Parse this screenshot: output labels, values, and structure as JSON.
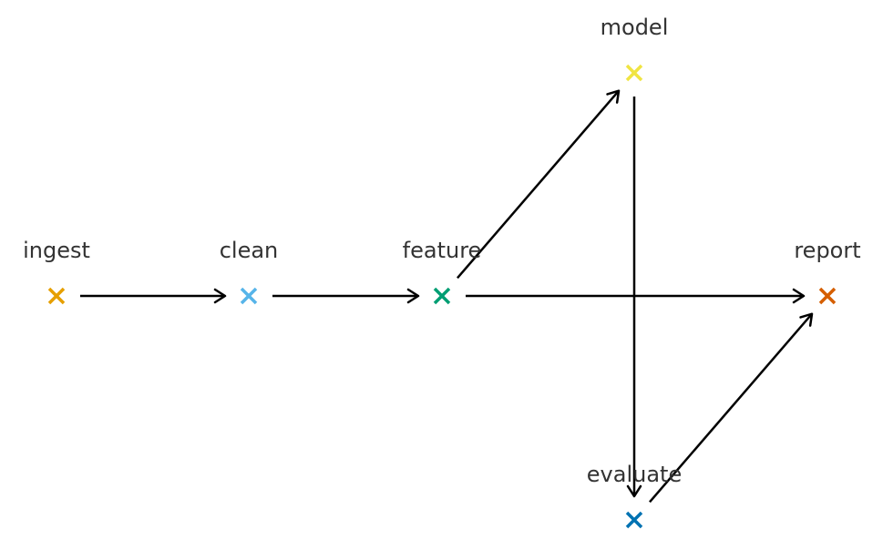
{
  "nodes": [
    {
      "id": "ingest",
      "label": "ingest",
      "color": "#E69F00",
      "marker": "x-icon"
    },
    {
      "id": "clean",
      "label": "clean",
      "color": "#56B4E9",
      "marker": "x-icon"
    },
    {
      "id": "feature",
      "label": "feature",
      "color": "#009E73",
      "marker": "x-icon"
    },
    {
      "id": "model",
      "label": "model",
      "color": "#F0E442",
      "marker": "x-icon"
    },
    {
      "id": "evaluate",
      "label": "evaluate",
      "color": "#0072B2",
      "marker": "x-icon"
    },
    {
      "id": "report",
      "label": "report",
      "color": "#D55E00",
      "marker": "x-icon"
    }
  ],
  "edges": [
    {
      "from": "ingest",
      "to": "clean"
    },
    {
      "from": "clean",
      "to": "feature"
    },
    {
      "from": "feature",
      "to": "model"
    },
    {
      "from": "feature",
      "to": "report"
    },
    {
      "from": "model",
      "to": "evaluate"
    },
    {
      "from": "evaluate",
      "to": "report"
    }
  ],
  "edge_color": "#000000"
}
